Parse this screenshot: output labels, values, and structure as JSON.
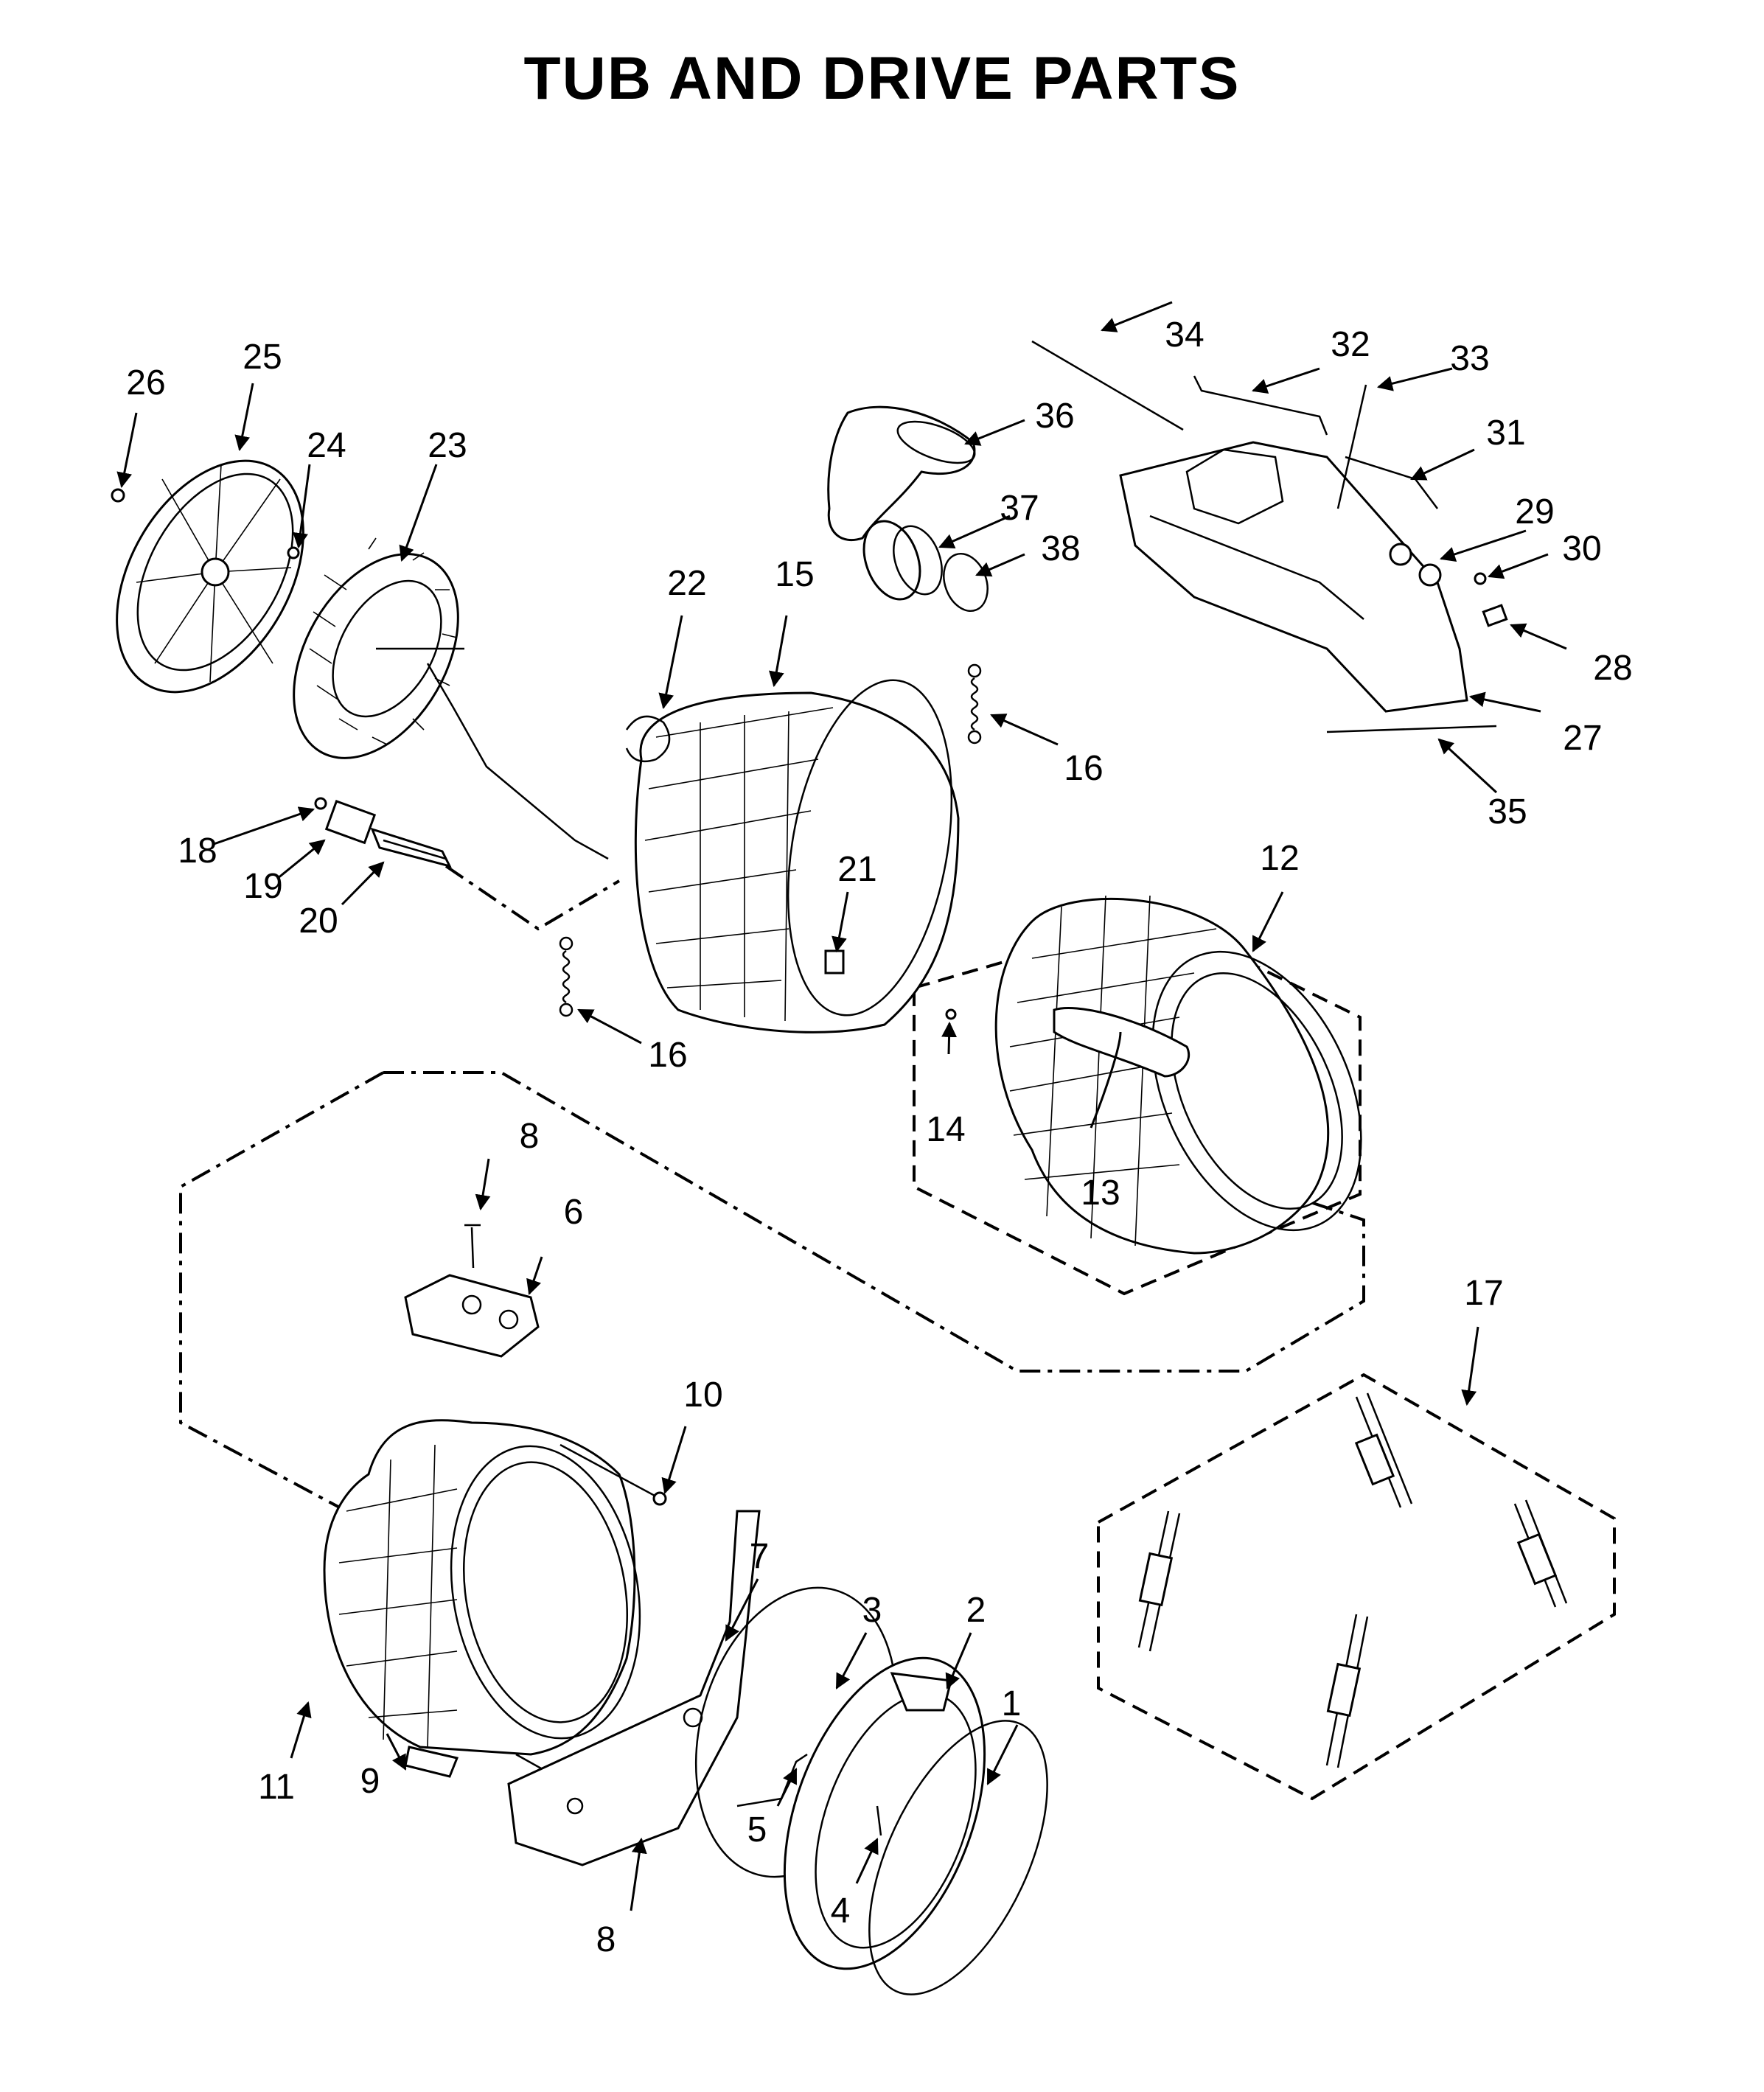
{
  "title": "TUB AND DRIVE PARTS",
  "labels": {
    "p1": "1",
    "p2": "2",
    "p3": "3",
    "p4": "4",
    "p5": "5",
    "p6": "6",
    "p7": "7",
    "p8a": "8",
    "p8b": "8",
    "p9": "9",
    "p10": "10",
    "p11": "11",
    "p12": "12",
    "p13": "13",
    "p14": "14",
    "p15": "15",
    "p16a": "16",
    "p16b": "16",
    "p17": "17",
    "p18": "18",
    "p19": "19",
    "p20": "20",
    "p21": "21",
    "p22": "22",
    "p23": "23",
    "p24": "24",
    "p25": "25",
    "p26": "26",
    "p27": "27",
    "p28": "28",
    "p29": "29",
    "p30": "30",
    "p31": "31",
    "p32": "32",
    "p33": "33",
    "p34": "34",
    "p35": "35",
    "p36": "36",
    "p37": "37",
    "p38": "38"
  }
}
